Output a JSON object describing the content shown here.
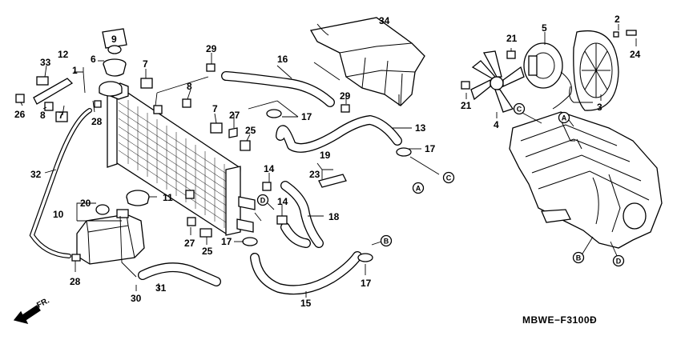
{
  "diagram": {
    "code": "MBWE−F3100Đ",
    "direction_label": "FR.",
    "connectors": [
      "A",
      "B",
      "C",
      "D"
    ],
    "labels": [
      {
        "id": "l1",
        "text": "1"
      },
      {
        "id": "l2",
        "text": "2"
      },
      {
        "id": "l3",
        "text": "3"
      },
      {
        "id": "l4",
        "text": "4"
      },
      {
        "id": "l5",
        "text": "5"
      },
      {
        "id": "l6",
        "text": "6"
      },
      {
        "id": "l7a",
        "text": "7"
      },
      {
        "id": "l7b",
        "text": "7"
      },
      {
        "id": "l7c",
        "text": "7"
      },
      {
        "id": "l8a",
        "text": "8"
      },
      {
        "id": "l8b",
        "text": "8"
      },
      {
        "id": "l9",
        "text": "9"
      },
      {
        "id": "l10",
        "text": "10"
      },
      {
        "id": "l11",
        "text": "11"
      },
      {
        "id": "l12",
        "text": "12"
      },
      {
        "id": "l13",
        "text": "13"
      },
      {
        "id": "l14a",
        "text": "14"
      },
      {
        "id": "l14b",
        "text": "14"
      },
      {
        "id": "l15",
        "text": "15"
      },
      {
        "id": "l16",
        "text": "16"
      },
      {
        "id": "l17a",
        "text": "17"
      },
      {
        "id": "l17b",
        "text": "17"
      },
      {
        "id": "l17c",
        "text": "17"
      },
      {
        "id": "l17d",
        "text": "17"
      },
      {
        "id": "l18",
        "text": "18"
      },
      {
        "id": "l19",
        "text": "19"
      },
      {
        "id": "l20",
        "text": "20"
      },
      {
        "id": "l21a",
        "text": "21"
      },
      {
        "id": "l21b",
        "text": "21"
      },
      {
        "id": "l23",
        "text": "23"
      },
      {
        "id": "l24",
        "text": "24"
      },
      {
        "id": "l25a",
        "text": "25"
      },
      {
        "id": "l25b",
        "text": "25"
      },
      {
        "id": "l26",
        "text": "26"
      },
      {
        "id": "l27a",
        "text": "27"
      },
      {
        "id": "l27b",
        "text": "27"
      },
      {
        "id": "l28a",
        "text": "28"
      },
      {
        "id": "l28b",
        "text": "28"
      },
      {
        "id": "l29a",
        "text": "29"
      },
      {
        "id": "l29b",
        "text": "29"
      },
      {
        "id": "l30",
        "text": "30"
      },
      {
        "id": "l31",
        "text": "31"
      },
      {
        "id": "l32",
        "text": "32"
      },
      {
        "id": "l33",
        "text": "33"
      },
      {
        "id": "l34",
        "text": "34"
      }
    ]
  }
}
